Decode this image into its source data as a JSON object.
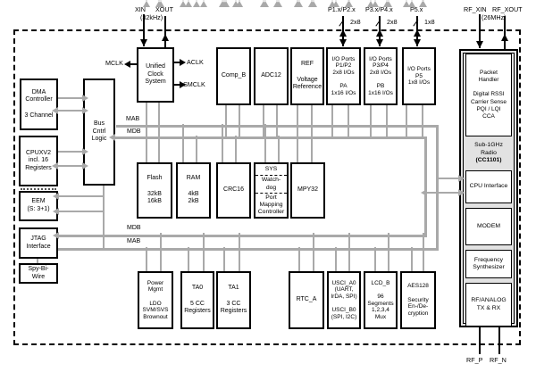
{
  "pins": {
    "xin": "XIN",
    "xout": "XOUT",
    "xtal_freq": "(32kHz)",
    "p1p2": "P1.x/P2.x",
    "p1p2_width": "2x8",
    "p3p4": "P3.x/P4.x",
    "p3p4_width": "2x8",
    "p5": "P5.x",
    "p5_width": "1x8",
    "rf_xin": "RF_XIN",
    "rf_xout": "RF_XOUT",
    "rf_xtal_freq": "(26MHz)",
    "rf_p": "RF_P",
    "rf_n": "RF_N"
  },
  "clocks": {
    "mclk": "MCLK",
    "aclk": "ACLK",
    "smclk": "SMCLK"
  },
  "buses": {
    "mab_top": "MAB",
    "mdb_top": "MDB",
    "mdb_bottom": "MDB",
    "mab_bottom": "MAB"
  },
  "blocks": {
    "dma": "DMA\nController\n\n3 Channel",
    "bus_ctrl": "Bus\nCntrl\nLogic",
    "cpu": "CPUXV2\nincl. 16\nRegisters",
    "eem": "EEM\n(S: 3+1)",
    "jtag": "JTAG\nInterface",
    "spy_bi_wire": "Spy-Bi-\nWire",
    "ucs": "Unified\nClock\nSystem",
    "comp_b": "Comp_B",
    "adc12": "ADC12",
    "ref": "REF\n\nVoltage\nReference",
    "io_p12": "I/O Ports\nP1/P2\n2x8 I/Os\n\nPA\n1x16 I/Os",
    "io_p34": "I/O Ports\nP3/P4\n2x8 I/Os\n\nPB\n1x16 I/Os",
    "io_p5": "I/O Ports\nP5\n1x8 I/Os",
    "flash": "Flash\n\n32kB\n16kB",
    "ram": "RAM\n\n4kB\n2kB",
    "crc16": "CRC16",
    "mpy32": "MPY32",
    "pmm": "Power\nMgmt\n\nLDO\nSVM/SVS\nBrownout",
    "ta0": "TA0\n\n5 CC\nRegisters",
    "ta1": "TA1\n\n3 CC\nRegisters",
    "rtc": "RTC_A",
    "usci": "USCI_A0\n(UART,\nIrDA, SPI)\n\nUSCI_B0\n(SPI, I2C)",
    "lcd_b": "LCD_B\n\n96\nSegments\n1,2,3,4\nMux",
    "aes": "AES128\n\nSecurity\nEn-/De-\ncryption"
  },
  "sys": {
    "top": "SYS",
    "mid": "Watch-\ndog",
    "bot": "Port\nMapping\nController"
  },
  "radio": {
    "label": "Sub-1GHz\nRadio",
    "cc": "(CC1101)",
    "packet": "Packet\nHandler\n\nDigital RSSI\nCarrier Sense\nPQI / LQI\nCCA",
    "cpu_if": "CPU Interface",
    "modem": "MODEM",
    "fsynth": "Frequency\nSynthesizer",
    "rf_analog": "RF/ANALOG\nTX & RX"
  },
  "colors": {
    "bus_gray": "#a9a9a9",
    "radio_bg": "#e2e2e2",
    "line_black": "#000000"
  }
}
